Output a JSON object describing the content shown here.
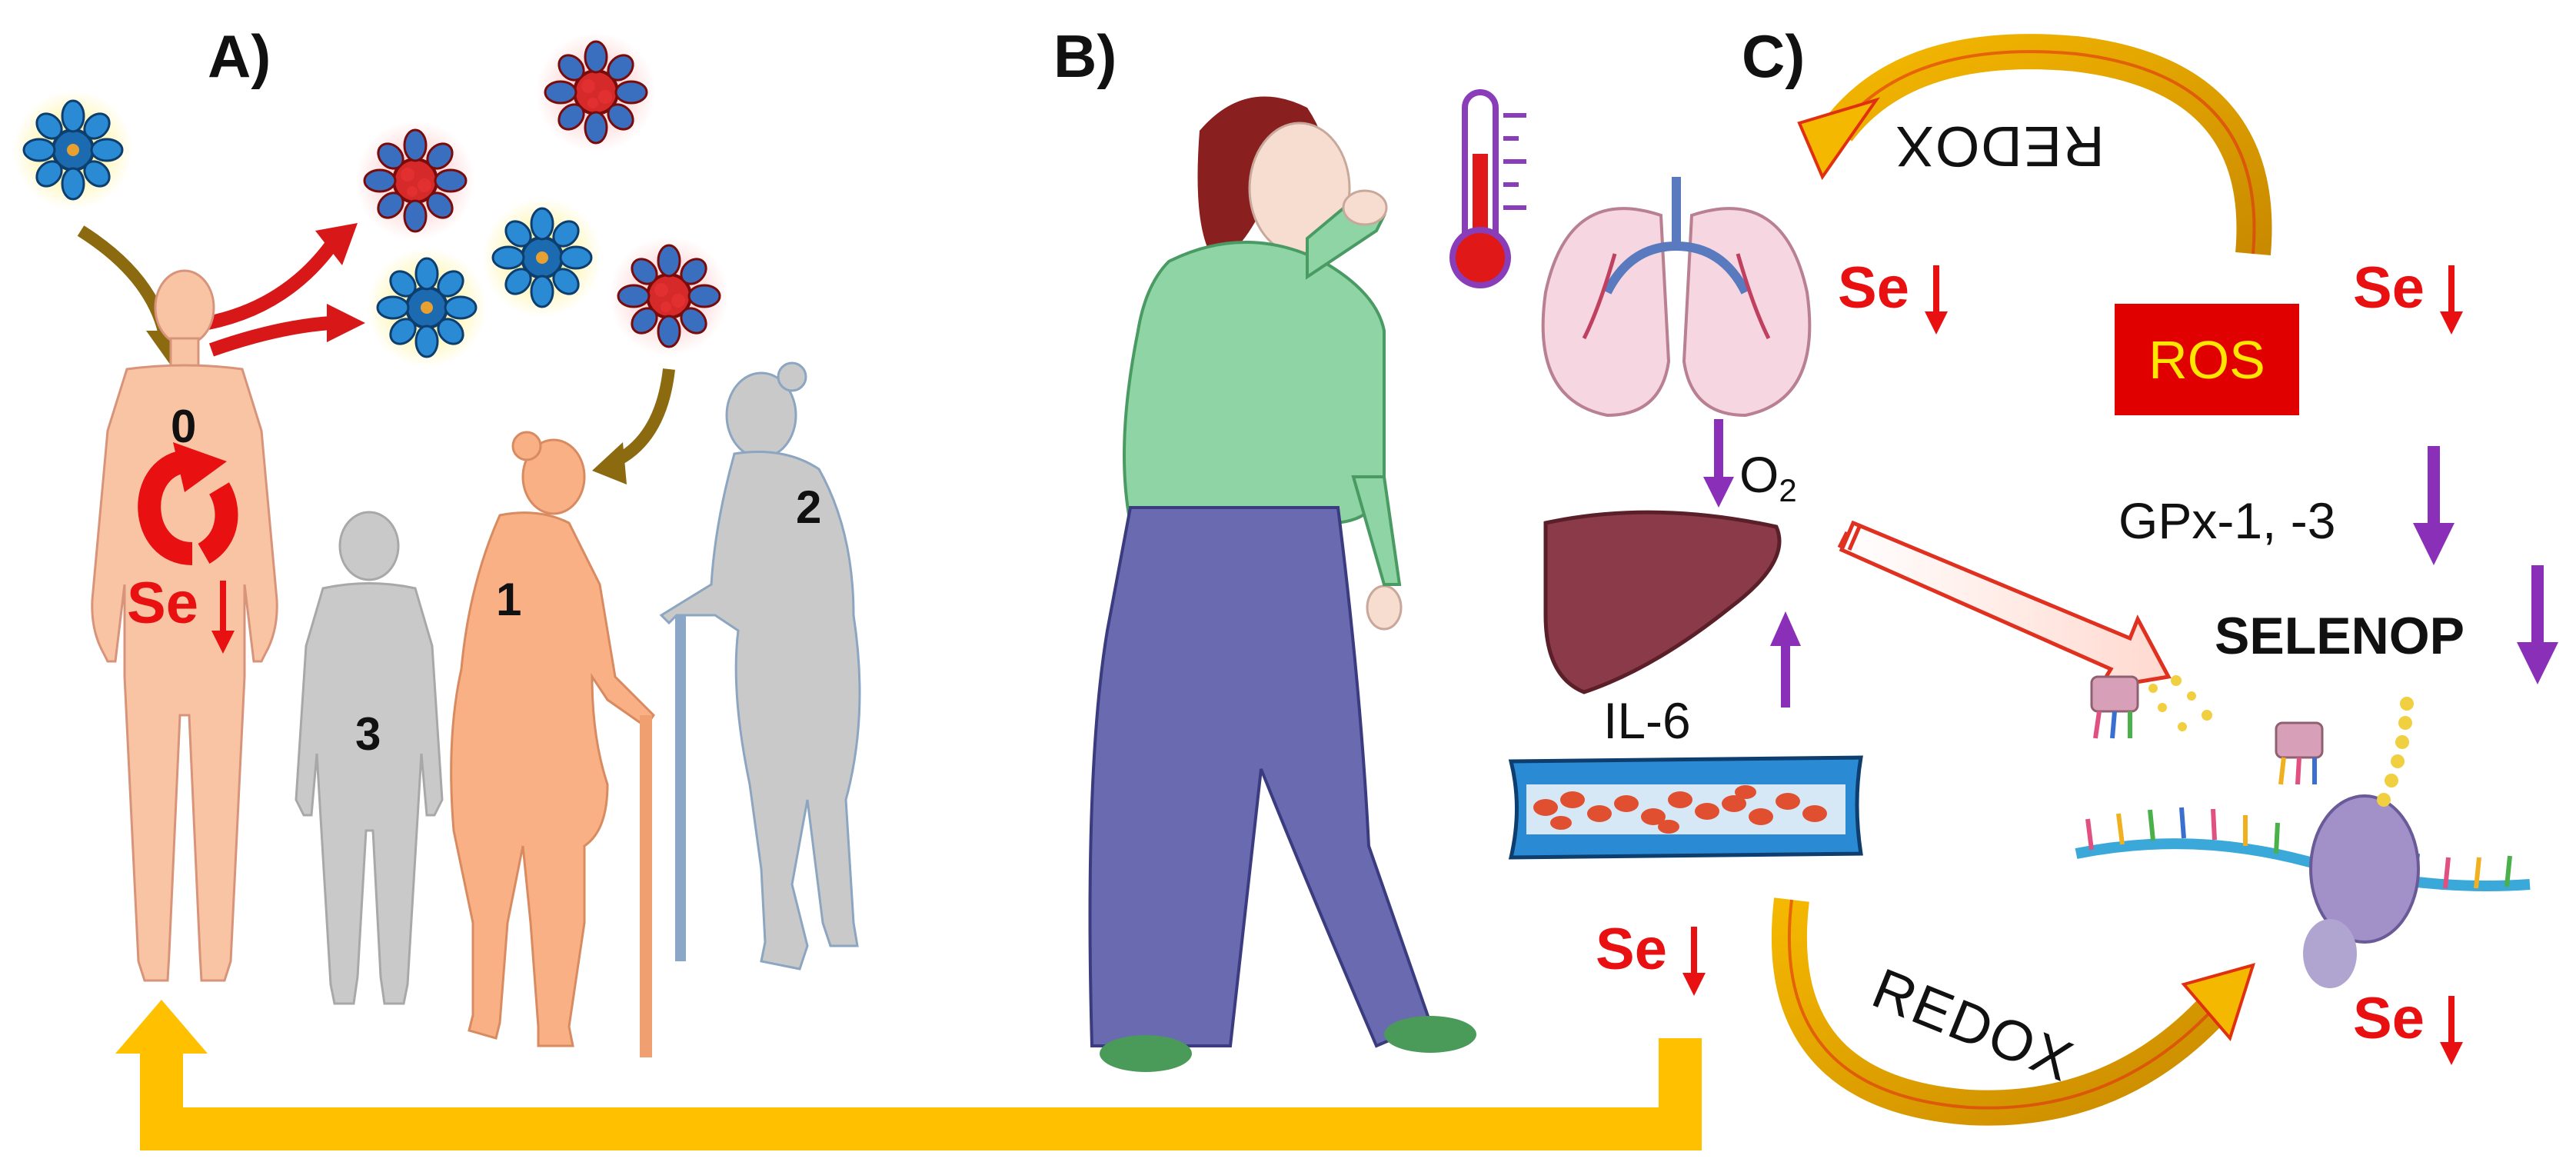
{
  "panels": {
    "a": "A)",
    "b": "B)",
    "c": "C)"
  },
  "panel_a": {
    "person_labels": {
      "p0": "0",
      "p1": "1",
      "p2": "2",
      "p3": "3"
    },
    "se_label": "Se"
  },
  "panel_c": {
    "se_labels": [
      "Se",
      "Se",
      "Se",
      "Se"
    ],
    "ros": "ROS",
    "redox_top": "REDOX",
    "redox_bottom": "REDOX",
    "o2": "O",
    "o2_sub": "2",
    "il6": "IL-6",
    "gpx": "GPx-1, -3",
    "selenop": "SELENOP"
  },
  "colors": {
    "se_red": "#e81010",
    "ros_bg": "#e00000",
    "ros_text": "#ffe600",
    "bottom_arrow": "#ffc000",
    "virus_arrow": "#8b6a10",
    "purple_arrow": "#8a2fb8",
    "skin": "#f9c4a4",
    "grey_figure": "#c9c9c9"
  }
}
